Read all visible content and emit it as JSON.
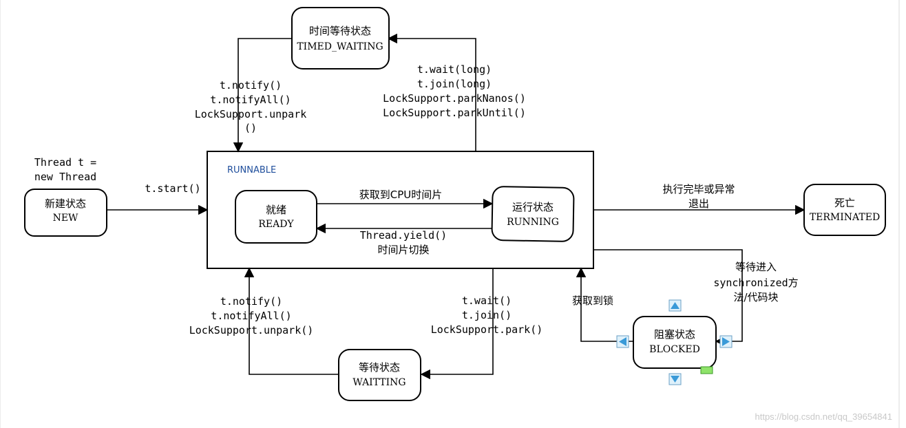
{
  "nodes": {
    "timed_waiting": {
      "title": "时间等待状态",
      "sub": "TIMED_WAITING"
    },
    "new": {
      "title": "新建状态",
      "sub": "NEW"
    },
    "runnable": {
      "title": "RUNNABLE"
    },
    "ready": {
      "title": "就绪",
      "sub": "READY"
    },
    "running": {
      "title": "运行状态",
      "sub": "RUNNING"
    },
    "terminated": {
      "title": "死亡",
      "sub": "TERMINATED"
    },
    "waiting": {
      "title": "等待状态",
      "sub": "WAITTING"
    },
    "blocked": {
      "title": "阻塞状态",
      "sub": "BLOCKED"
    }
  },
  "labels": {
    "thread_new": [
      "Thread t =",
      "new Thread"
    ],
    "start": "t.start()",
    "timed_notify": [
      "t.notify()",
      "t.notifyAll()",
      "LockSupport.unpark",
      "()"
    ],
    "timed_wait": [
      "t.wait(long)",
      "t.join(long)",
      "LockSupport.parkNanos()",
      "LockSupport.parkUntil()"
    ],
    "get_cpu": "获取到CPU时间片",
    "yield": [
      "Thread.yield()",
      "时间片切换"
    ],
    "finish": [
      "执行完毕或异常",
      "退出"
    ],
    "wait_notify": [
      "t.notify()",
      "t.notifyAll()",
      "LockSupport.unpark()"
    ],
    "wait_calls": [
      "t.wait()",
      "t.join()",
      "LockSupport.park()"
    ],
    "get_lock": "获取到锁",
    "sync_enter": [
      "等待进入",
      "synchronized方",
      "法/代码块"
    ]
  },
  "watermark": "https://blog.csdn.net/qq_39654841"
}
